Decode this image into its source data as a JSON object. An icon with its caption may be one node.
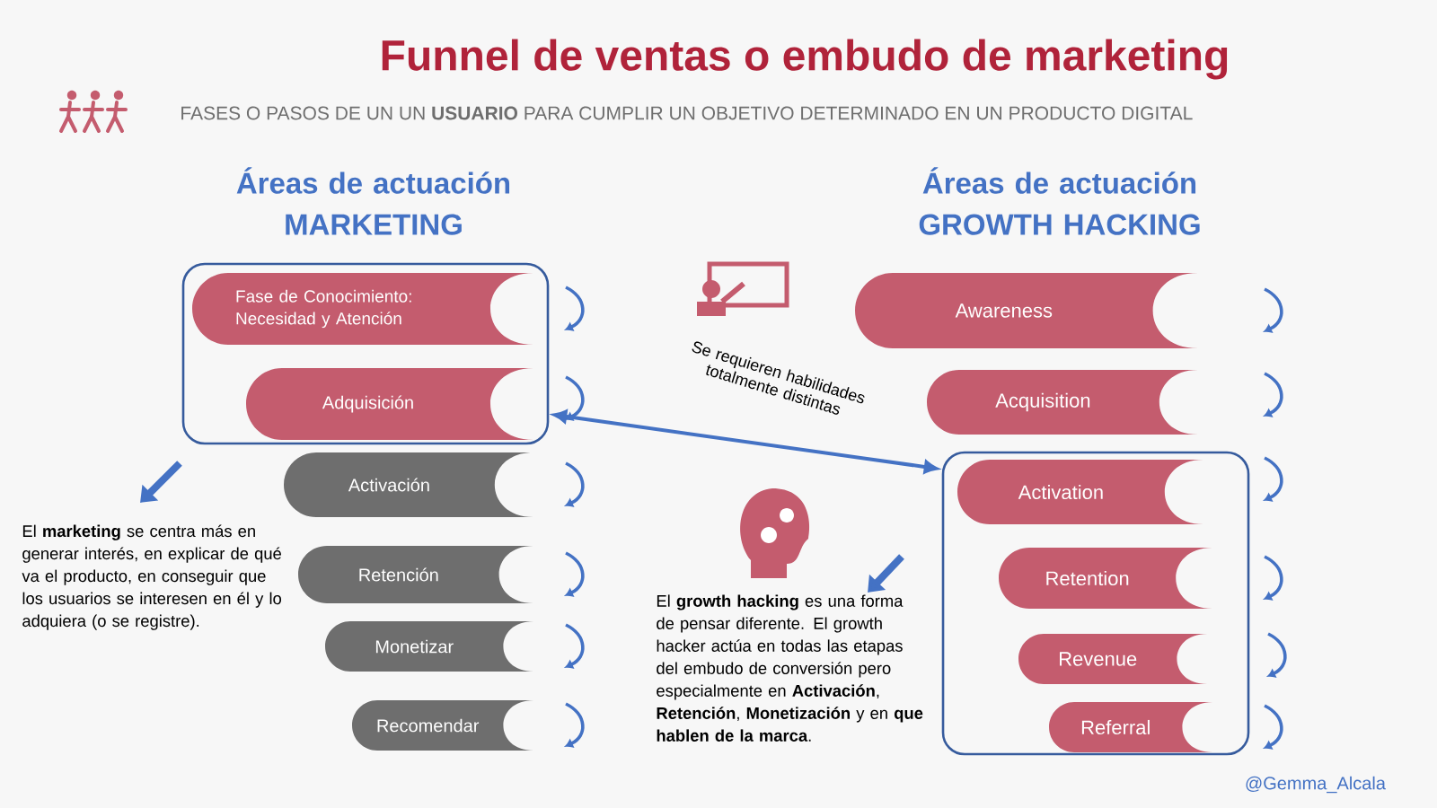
{
  "diagram": {
    "title": "Funnel de ventas o embudo de marketing",
    "nodes": [
      {
        "text": [],
        "shape": "box"
      },
      {
        "text": [
          "Fase de Conocimiento: Necesidad y Atención"
        ],
        "in": 0
      },
      {
        "text": [
          "Adquisición"
        ],
        "in": 0
      },
      {
        "text": [
          "Activación"
        ]
      },
      {
        "text": [
          "Retención"
        ]
      },
      {
        "text": [
          "Monetizar"
        ]
      },
      {
        "text": [
          "Recomendar"
        ]
      },
      {
        "text": [
          "Awareness"
        ]
      },
      {
        "text": [
          "Acquisition"
        ]
      },
      {
        "text": [],
        "shape": "box"
      },
      {
        "text": [
          "Activation"
        ],
        "in": 9
      },
      {
        "text": [
          "Retention"
        ],
        "in": 9
      },
      {
        "text": [
          "Revenue"
        ],
        "in": 9
      },
      {
        "text": [
          "Referral"
        ],
        "in": 9
      }
    ],
    "edges": [
      {
        "from": 0,
        "to": 9,
        "arrow": "both",
        "label": "Se requieren habilidades totalmente distintas"
      }
    ],
    "labels": [
      "FASES O PASOS DE UN  UN **USUARIO** PARA CUMPLIR UN OBJETIVO DETERMINADO EN UN PRODUCTO DIGITAL",
      "Áreas de actuación MARKETING",
      "Áreas de actuación GROWTH HACKING",
      "El **marketing** se centra más en generar interés, en explicar de qué va el producto, en conseguir que los usuarios se interesen en él y lo adquiera (o se registre).",
      "El **growth hacking** es una forma de pensar diferente. El growth hacker actúa en todas las etapas del embudo de conversión pero especialmente en **Activación**, **Retención**, **Monetización** y en **que hablen de la marca**.",
      "@Gemma_Alcala"
    ]
  }
}
